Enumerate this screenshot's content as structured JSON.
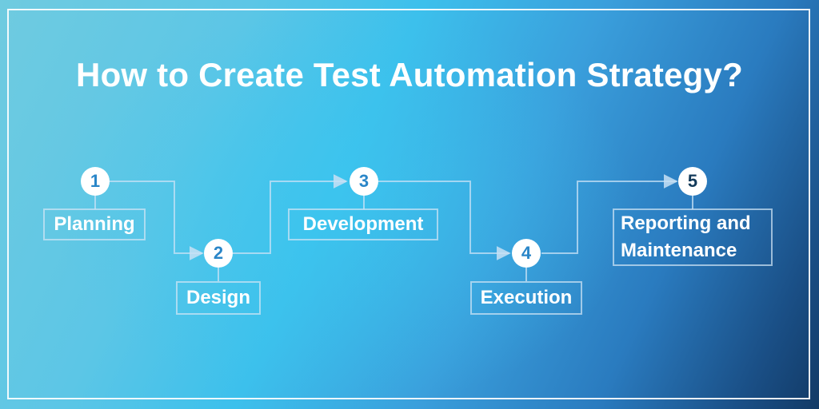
{
  "title": "How to Create Test Automation Strategy?",
  "steps": [
    {
      "number": "1",
      "label": "Planning"
    },
    {
      "number": "2",
      "label": "Design"
    },
    {
      "number": "3",
      "label": "Development"
    },
    {
      "number": "4",
      "label": "Execution"
    },
    {
      "number": "5",
      "label_line1": "Reporting and",
      "label_line2": "Maintenance"
    }
  ],
  "colors": {
    "background_light": "#6fcbe0",
    "background_mid": "#3cc0ec",
    "background_dark": "#123a66",
    "number_color": "#2a86c8",
    "number_5_color": "#123a5a"
  }
}
